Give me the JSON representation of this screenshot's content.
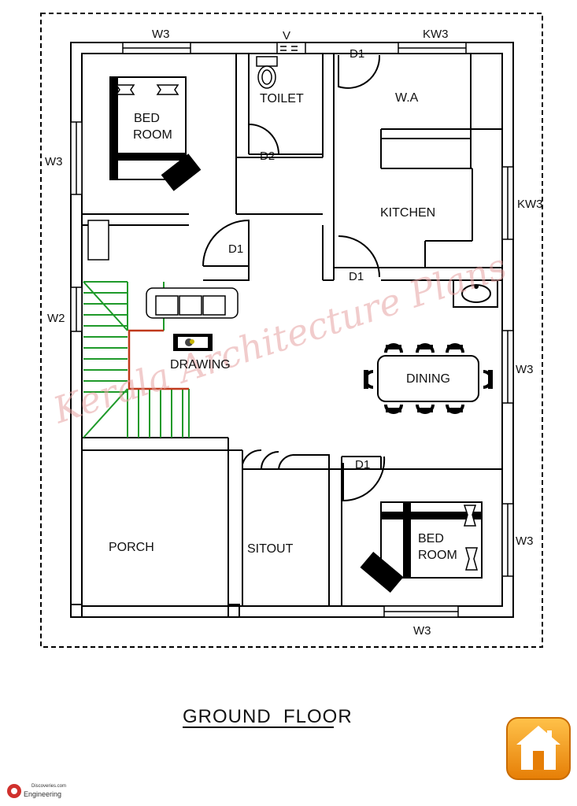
{
  "rooms": {
    "bed_room_1": [
      "BED",
      "ROOM"
    ],
    "toilet": "TOILET",
    "wa": "W.A",
    "kitchen": "KITCHEN",
    "drawing": "DRAWING",
    "dining": "DINING",
    "porch": "PORCH",
    "sitout": "SITOUT",
    "bed_room_2": [
      "BED",
      "ROOM"
    ]
  },
  "openings": {
    "w3_top": "W3",
    "v_top": "V",
    "kw3_top": "KW3",
    "d1_wa": "D1",
    "w3_left": "W3",
    "d2_toilet": "D2",
    "kw3_right": "KW3",
    "d1_bed": "D1",
    "d1_kitchen": "D1",
    "w2_left": "W2",
    "w3_dining": "W3",
    "d1_bed2": "D1",
    "w3_bed2": "W3",
    "w3_bottom": "W3"
  },
  "title": "GROUND  FLOOR",
  "watermark": "Kerala Architecture Plans",
  "footer": {
    "brand_small": "Discoveries.com",
    "brand": "Engineering"
  },
  "colors": {
    "wall": "#000000",
    "stair": "#1f9a2a",
    "stair_landing": "#c0391b",
    "watermark": "#e7a3a3",
    "home_badge": "#f39c12"
  },
  "icons": [
    "home-icon",
    "engineering-discoveries-logo"
  ]
}
